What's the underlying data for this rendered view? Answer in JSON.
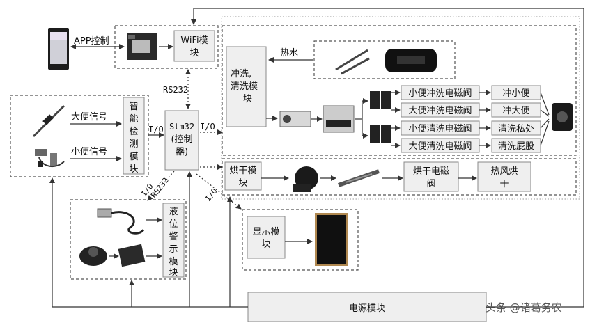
{
  "labels": {
    "app_control": "APP控制",
    "wifi_line1": "WiFi模",
    "wifi_line2": "块",
    "rs232_top": "RS232",
    "rs232_diag": "RS232",
    "io_right": "I/O",
    "io_left": "I/O",
    "io_display": "I/O",
    "io_level": "I/O",
    "big_signal": "大便信号",
    "small_signal": "小便信号",
    "detect_1": "智",
    "detect_2": "能",
    "detect_3": "检",
    "detect_4": "测",
    "detect_5": "模",
    "detect_6": "块",
    "stm_line1": "Stm32",
    "stm_line2": "(控制",
    "stm_line3": "器)",
    "wash_line1": "冲洗,",
    "wash_line2": "清洗模",
    "wash_line3": "块",
    "hot_water": "热水",
    "valve_1": "小便冲洗电磁阀",
    "valve_2": "大便冲洗电磁阀",
    "valve_3": "小便清洗电磁阀",
    "valve_4": "大便清洗电磁阀",
    "out_1": "冲小便",
    "out_2": "冲大便",
    "out_3": "清洗私处",
    "out_4": "清洗屁股",
    "dry_line1": "烘干模",
    "dry_line2": "块",
    "dry_valve_line1": "烘干电磁",
    "dry_valve_line2": "阀",
    "hot_air_line1": "热风烘",
    "hot_air_line2": "干",
    "level_1": "液",
    "level_2": "位",
    "level_3": "警",
    "level_4": "示",
    "level_5": "模",
    "level_6": "块",
    "display_line1": "显示模",
    "display_line2": "块",
    "power": "电源模块",
    "watermark": "头条 @诸葛务农"
  }
}
